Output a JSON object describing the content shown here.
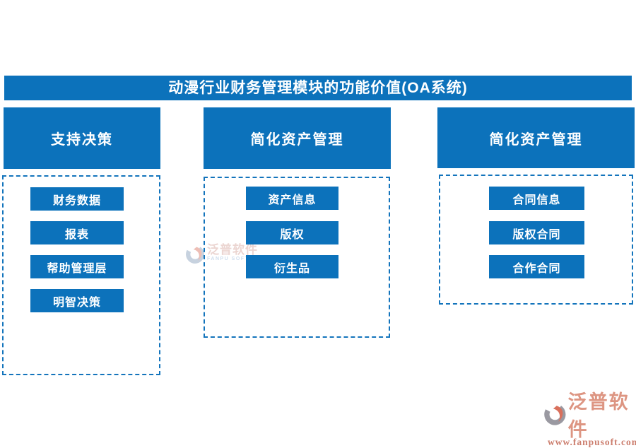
{
  "title": "动漫行业财务管理模块的功能价值(OA系统)",
  "colors": {
    "primary_blue": "#0c72bb",
    "dashed_border_blue": "#1374bc",
    "text_white": "#ffffff",
    "logo_salmon": "#dd9582",
    "logo_gray": "#9a99a1",
    "logo_red": "#d9705c",
    "watermark_pink": "#dcb4ad",
    "watermark_blue": "#a9c3e0"
  },
  "columns": [
    {
      "header": "支持决策",
      "items": [
        "财务数据",
        "报表",
        "帮助管理层",
        "明智决策"
      ]
    },
    {
      "header": "简化资产管理",
      "items": [
        "资产信息",
        "版权",
        "衍生品"
      ]
    },
    {
      "header": "简化资产管理",
      "items": [
        "合同信息",
        "版权合同",
        "合作合同"
      ]
    }
  ],
  "watermark": {
    "name": "泛普软件",
    "subtitle": "FANPU SOFTWARE"
  },
  "logo": {
    "name": "泛普软件",
    "url": "www.fanpusoft.com"
  }
}
